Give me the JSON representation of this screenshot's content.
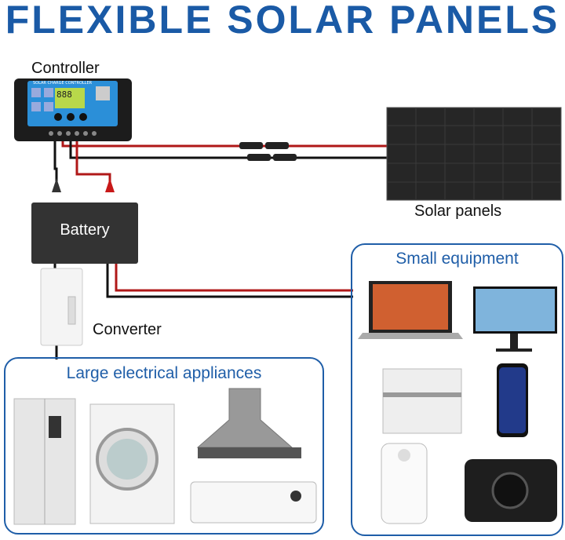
{
  "title": "FLEXIBLE SOLAR PANELS",
  "labels": {
    "controller": "Controller",
    "solar_panels": "Solar panels",
    "battery": "Battery",
    "converter": "Converter"
  },
  "controller_screen": {
    "brand": "SOLAR CHARGE CONTROLLER",
    "reading": "888"
  },
  "large_box": {
    "title": "Large electrical appliances",
    "items": [
      "refrigerator",
      "washing-machine",
      "range-hood",
      "air-conditioner"
    ]
  },
  "small_box": {
    "title": "Small equipment",
    "items": [
      "laptop",
      "monitor",
      "printer",
      "smartphone",
      "dehumidifier",
      "projector"
    ]
  },
  "colors": {
    "title": "#1a5aa6",
    "box_border": "#1f5ea8",
    "wire_positive": "#b01818",
    "wire_negative": "#111111"
  }
}
